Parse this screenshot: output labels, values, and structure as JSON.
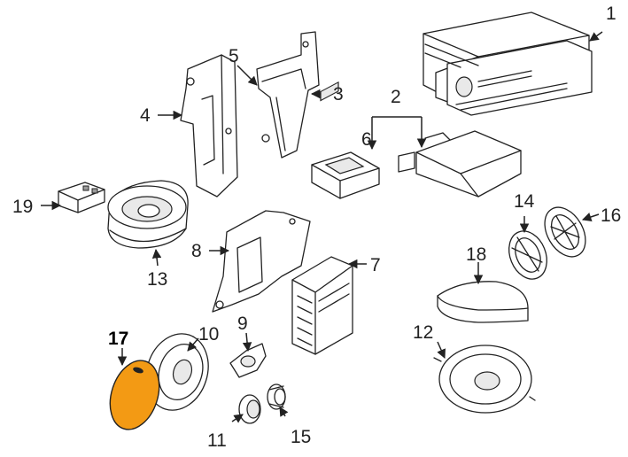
{
  "diagram": {
    "highlight_color": "#F39A14",
    "callouts": [
      {
        "id": "1",
        "text": "1"
      },
      {
        "id": "2",
        "text": "2"
      },
      {
        "id": "3",
        "text": "3"
      },
      {
        "id": "4",
        "text": "4"
      },
      {
        "id": "5",
        "text": "5"
      },
      {
        "id": "6",
        "text": "6"
      },
      {
        "id": "7",
        "text": "7"
      },
      {
        "id": "8",
        "text": "8"
      },
      {
        "id": "9",
        "text": "9"
      },
      {
        "id": "10",
        "text": "10"
      },
      {
        "id": "11",
        "text": "11"
      },
      {
        "id": "12",
        "text": "12"
      },
      {
        "id": "13",
        "text": "13"
      },
      {
        "id": "14",
        "text": "14"
      },
      {
        "id": "15",
        "text": "15"
      },
      {
        "id": "16",
        "text": "16"
      },
      {
        "id": "17",
        "text": "17"
      },
      {
        "id": "18",
        "text": "18"
      },
      {
        "id": "19",
        "text": "19"
      }
    ]
  }
}
